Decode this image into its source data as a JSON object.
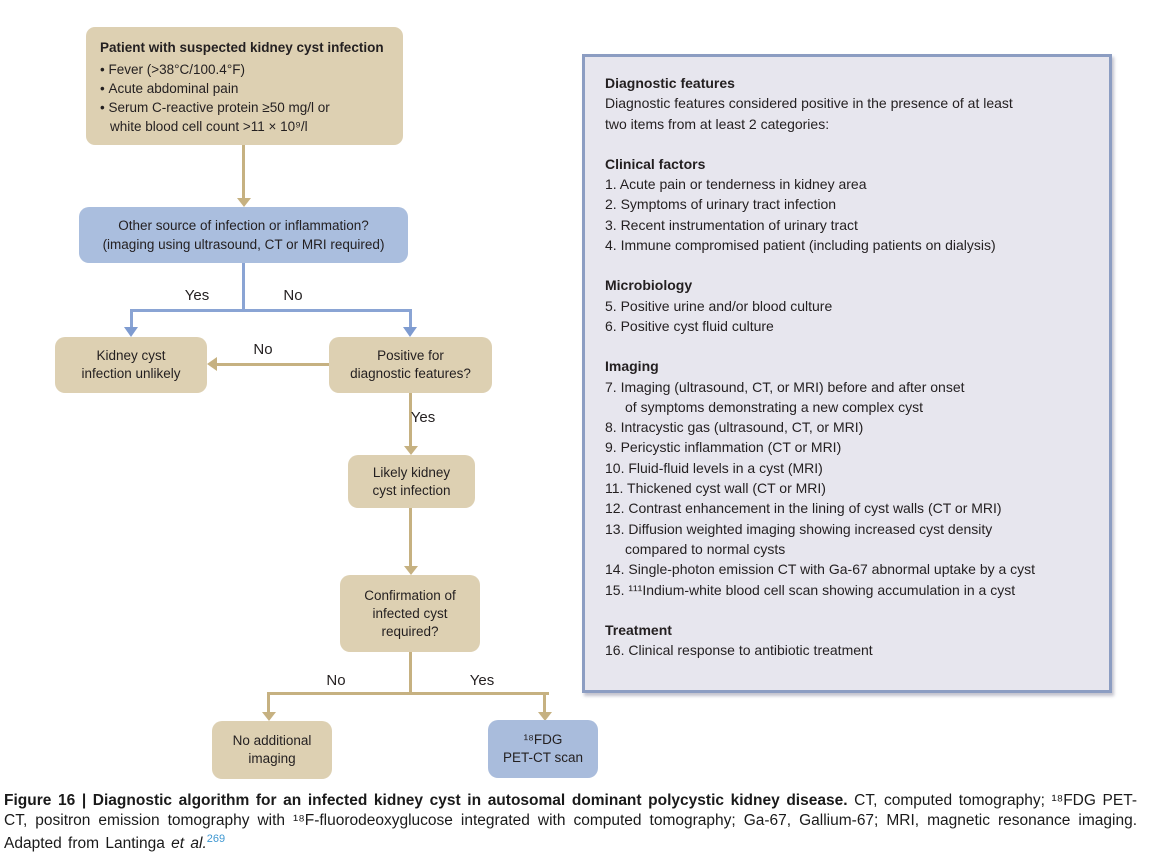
{
  "flow": {
    "start": {
      "title": "Patient with suspected kidney cyst infection",
      "bullets": [
        "Fever (>38°C/100.4°F)",
        "Acute abdominal pain",
        "Serum C-reactive protein ≥50 mg/l or\nwhite blood cell count >11 × 10⁹/l"
      ]
    },
    "q_other": {
      "lines": [
        "Other source of infection or inflammation?",
        "(imaging using ultrasound, CT or MRI required)"
      ]
    },
    "unlikely": {
      "lines": [
        "Kidney cyst",
        "infection unlikely"
      ]
    },
    "q_positive": {
      "lines": [
        "Positive for",
        "diagnostic features?"
      ]
    },
    "likely": {
      "lines": [
        "Likely kidney",
        "cyst infection"
      ]
    },
    "q_confirm": {
      "lines": [
        "Confirmation of",
        "infected cyst",
        "required?"
      ]
    },
    "no_imaging": {
      "lines": [
        "No additional",
        "imaging"
      ]
    },
    "pet_scan": {
      "lines": [
        "¹⁸FDG",
        "PET-CT scan"
      ]
    },
    "branch_labels": {
      "yes1": "Yes",
      "no1": "No",
      "no2": "No",
      "yes2": "Yes",
      "no3": "No",
      "yes3": "Yes"
    }
  },
  "panel": {
    "title": "Diagnostic features",
    "intro": "Diagnostic features considered positive in the presence of at least\ntwo items from at least 2 categories:",
    "sections": [
      {
        "heading": "Clinical factors",
        "items": [
          "1. Acute pain or tenderness in kidney area",
          "2. Symptoms of urinary tract infection",
          "3. Recent instrumentation of urinary tract",
          "4. Immune compromised patient (including patients on dialysis)"
        ]
      },
      {
        "heading": "Microbiology",
        "items": [
          "5. Positive urine and/or blood culture",
          "6. Positive cyst fluid culture"
        ]
      },
      {
        "heading": "Imaging",
        "items": [
          "7. Imaging (ultrasound, CT, or MRI) before and after onset\nof symptoms demonstrating a new complex cyst",
          "8. Intracystic gas (ultrasound, CT, or MRI)",
          "9. Pericystic inflammation (CT or MRI)",
          "10. Fluid-fluid levels in a cyst (MRI)",
          "11. Thickened cyst wall (CT or MRI)",
          "12. Contrast enhancement in the lining of cyst walls (CT or MRI)",
          "13. Diffusion weighted imaging showing increased cyst density\ncompared to normal cysts",
          "14. Single-photon emission CT with Ga-67 abnormal uptake by a cyst",
          "15. ¹¹¹Indium-white blood cell scan showing accumulation in a cyst"
        ]
      },
      {
        "heading": "Treatment",
        "items": [
          "16. Clinical response to antibiotic treatment"
        ]
      }
    ]
  },
  "caption": {
    "bold": "Figure 16 | Diagnostic algorithm for an infected kidney cyst in autosomal dominant polycystic kidney disease.",
    "body": " CT, computed tomography; ¹⁸FDG PET-CT, positron emission tomography with ¹⁸F-fluorodeoxyglucose integrated with computed tomography; Ga-67, Gallium-67; MRI, magnetic resonance imaging. Adapted from Lantinga ",
    "etal": "et al.",
    "ref": "269"
  },
  "colors": {
    "tan_box": "#ddd0b2",
    "blue_box": "#aabede",
    "pet_box": "#a9bcdc",
    "tan_line": "#c6b181",
    "blue_line": "#8aa4d4",
    "panel_bg": "#e7e6ee",
    "panel_border": "#8c9dc2",
    "reference_link": "#3e97d1",
    "text": "#231f20"
  }
}
